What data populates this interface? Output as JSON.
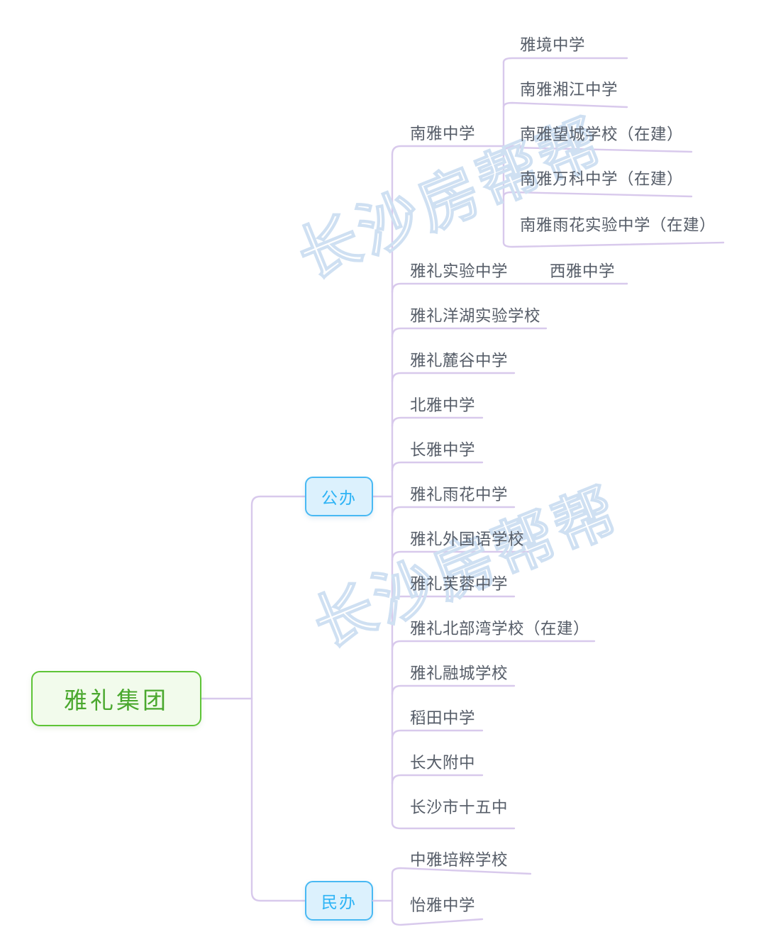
{
  "diagram": {
    "type": "mindmap",
    "title": "雅礼集团",
    "watermark": "长沙房帮帮",
    "colors": {
      "root_border": "#5ec437",
      "root_fill": "#f2fbec",
      "root_text": "#4aa82e",
      "branch_border": "#49b9f3",
      "branch_fill": "#dcf1fd",
      "branch_text": "#2cb3f5",
      "connector": "#d8c9ec",
      "leaf_text": "#565d68",
      "watermark": "#cfe0f2",
      "background": "#ffffff"
    }
  },
  "root": {
    "label": "雅礼集团"
  },
  "branches": [
    {
      "label": "公办"
    },
    {
      "label": "民办"
    }
  ],
  "public_schools": [
    {
      "label": "南雅中学",
      "children": [
        {
          "label": "雅境中学"
        },
        {
          "label": "南雅湘江中学"
        },
        {
          "label": "南雅望城学校（在建）"
        },
        {
          "label": "南雅万科中学（在建）"
        },
        {
          "label": "南雅雨花实验中学（在建）"
        }
      ]
    },
    {
      "label": "雅礼实验中学",
      "children": [
        {
          "label": "西雅中学"
        }
      ]
    },
    {
      "label": "雅礼洋湖实验学校",
      "children": []
    },
    {
      "label": "雅礼麓谷中学",
      "children": []
    },
    {
      "label": "北雅中学",
      "children": []
    },
    {
      "label": "长雅中学",
      "children": []
    },
    {
      "label": "雅礼雨花中学",
      "children": []
    },
    {
      "label": "雅礼外国语学校",
      "children": []
    },
    {
      "label": "雅礼芙蓉中学",
      "children": []
    },
    {
      "label": "雅礼北部湾学校（在建）",
      "children": []
    },
    {
      "label": "雅礼融城学校",
      "children": []
    },
    {
      "label": "稻田中学",
      "children": []
    },
    {
      "label": "长大附中",
      "children": []
    },
    {
      "label": "长沙市十五中",
      "children": []
    }
  ],
  "private_schools": [
    {
      "label": "中雅培粹学校"
    },
    {
      "label": "怡雅中学"
    }
  ]
}
